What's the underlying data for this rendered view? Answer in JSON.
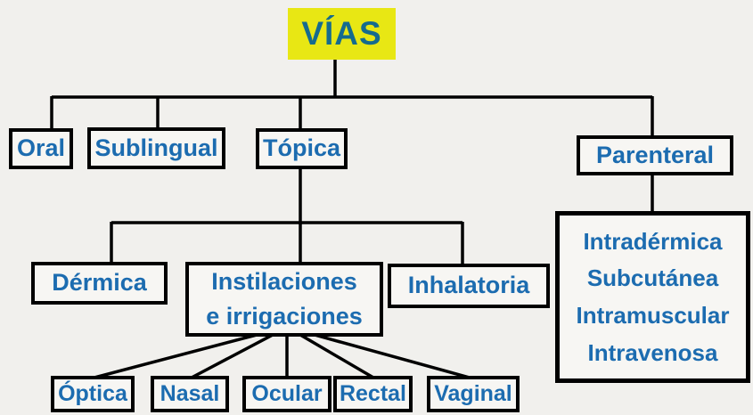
{
  "diagram": {
    "title": "VÍAS",
    "nodes": {
      "vias": "VÍAS",
      "oral": "Oral",
      "sublingual": "Sublingual",
      "topica": "Tópica",
      "parenteral": "Parenteral",
      "dermica": "Dérmica",
      "instilaciones_line1": "Instilaciones",
      "instilaciones_line2": "e irrigaciones",
      "inhalatoria": "Inhalatoria",
      "optica": "Óptica",
      "nasal": "Nasal",
      "ocular": "Ocular",
      "rectal": "Rectal",
      "vaginal": "Vaginal",
      "parenteral_children": [
        "Intradérmica",
        "Subcutánea",
        "Intramuscular",
        "Intravenosa"
      ]
    },
    "hierarchy": {
      "VÍAS": [
        "Oral",
        "Sublingual",
        "Tópica",
        "Parenteral"
      ],
      "Tópica": [
        "Dérmica",
        "Instilaciones e irrigaciones",
        "Inhalatoria"
      ],
      "Instilaciones e irrigaciones": [
        "Óptica",
        "Nasal",
        "Ocular",
        "Rectal",
        "Vaginal"
      ],
      "Parenteral": [
        "Intradérmica",
        "Subcutánea",
        "Intramuscular",
        "Intravenosa"
      ]
    },
    "colors": {
      "title_bg": "#e8e714",
      "title_text": "#156b8e",
      "node_text": "#1c6cb0",
      "node_border": "#000000",
      "connector": "#000000",
      "node_bg": "#f7f6f3",
      "canvas_bg": "#f1f0ed"
    }
  }
}
